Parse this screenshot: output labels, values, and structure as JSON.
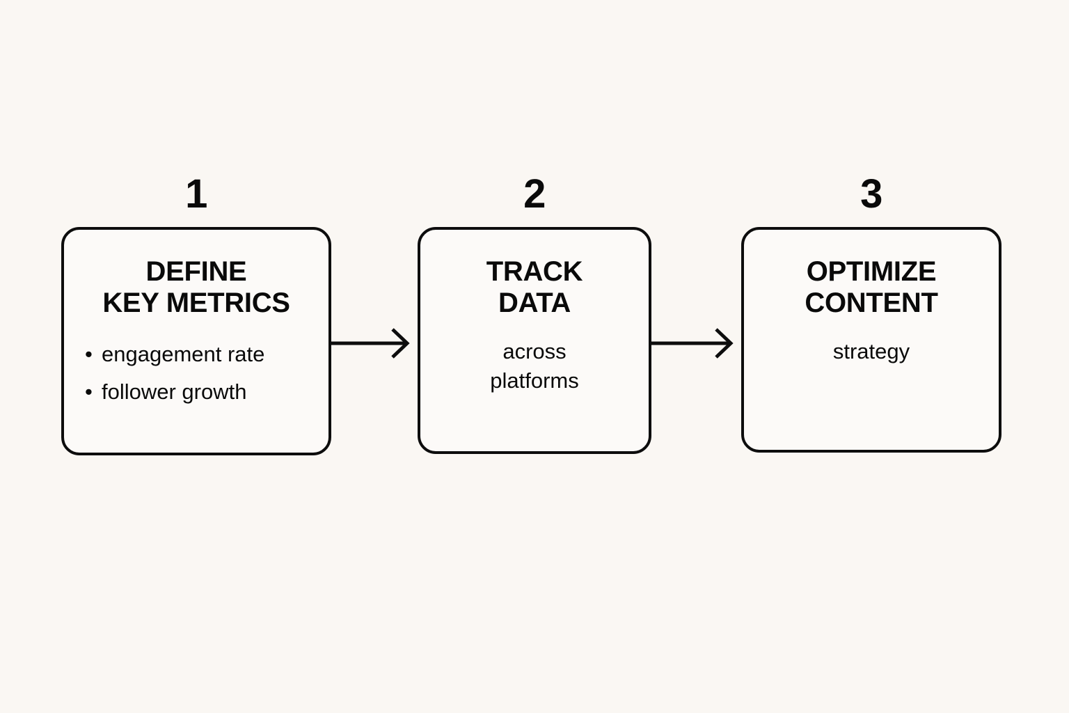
{
  "diagram": {
    "type": "process-flow",
    "orientation": "horizontal",
    "background_color": "#faf7f3",
    "box_fill_color": "#fcfaf8",
    "stroke_color": "#0d0d0d",
    "text_color": "#0a0a0a",
    "steps": [
      {
        "number": "1",
        "title": "DEFINE\nKEY METRICS",
        "detail": "",
        "bullets": [
          "engagement rate",
          "follower growth"
        ],
        "bullet_glyph": "•"
      },
      {
        "number": "2",
        "title": "TRACK\nDATA",
        "detail": "across\nplatforms",
        "bullets": [],
        "bullet_glyph": "•"
      },
      {
        "number": "3",
        "title": "OPTIMIZE\nCONTENT",
        "detail": "strategy",
        "bullets": [],
        "bullet_glyph": "•"
      }
    ],
    "connectors": [
      {
        "name": "arrow-step1-to-step2",
        "from": "1",
        "to": "2",
        "style": "line-with-chevron-arrowhead"
      },
      {
        "name": "arrow-step2-to-step3",
        "from": "2",
        "to": "3",
        "style": "line-with-chevron-arrowhead"
      }
    ]
  }
}
